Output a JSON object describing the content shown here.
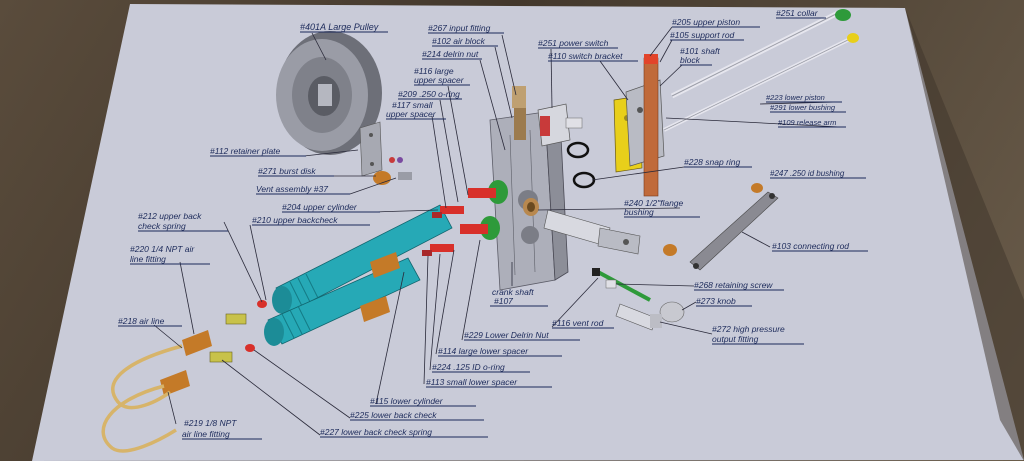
{
  "diagram": {
    "labels": {
      "l401a": "#401A  Large Pulley",
      "l267": "#267 input fitting",
      "l102": "#102 air block",
      "l214": "#214 delrin nut",
      "l116l": "#116 large",
      "l116l2": "upper spacer",
      "l209": "#209  .250 o-ring",
      "l117": "#117 small",
      "l117b": "upper spacer",
      "l251": "#251 power switch",
      "l110": "#110 switch bracket",
      "l205": "#205 upper piston",
      "l251c": "#251 collar",
      "l105": "#105 support rod",
      "l101": "#101 shaft",
      "l101b": "block",
      "l223": "#223 lower piston",
      "l291": "#291 lower bushing",
      "l109": "#109 release arm",
      "l112": "#112 retainer plate",
      "l271": "#271 burst disk",
      "l37": "Vent assembly #37",
      "l228": "#228 snap ring",
      "l247": "#247 .250 id bushing",
      "l204": "#204 upper cylinder",
      "l212": "#212 upper back",
      "l212b": "check spring",
      "l210": "#210 upper backcheck",
      "l240": "#240 1/2\"flange",
      "l240b": "bushing",
      "l103": "#103 connecting rod",
      "l220": "#220  1/4 NPT air",
      "l220b": "line fitting",
      "l268": "#268 retaining screw",
      "l107": "crank shaft",
      "l107b": "#107",
      "l273": "#273 knob",
      "l218": "#218 air line",
      "l116v": "#116 vent rod",
      "l272": "#272 high pressure",
      "l272b": "output fitting",
      "l229": "#229 Lower Delrin Nut",
      "l114": "#114 large lower spacer",
      "l224": "#224 .125 ID o-ring",
      "l113": "#113 small lower spacer",
      "l115": "#115 lower cylinder",
      "l219": "#219 1/8 NPT",
      "l219b": "air line fitting",
      "l225": "#225 lower back check",
      "l227": "#227 lower back check spring"
    },
    "colors": {
      "paper": "#c9cbd8",
      "ink": "#1c2a5a",
      "cylinder": "#26a9b6",
      "brass": "#c47a28",
      "red": "#d8302a",
      "green": "#2e9a3a",
      "yellow": "#e8cf1a",
      "grey": "#8a8a92"
    }
  }
}
